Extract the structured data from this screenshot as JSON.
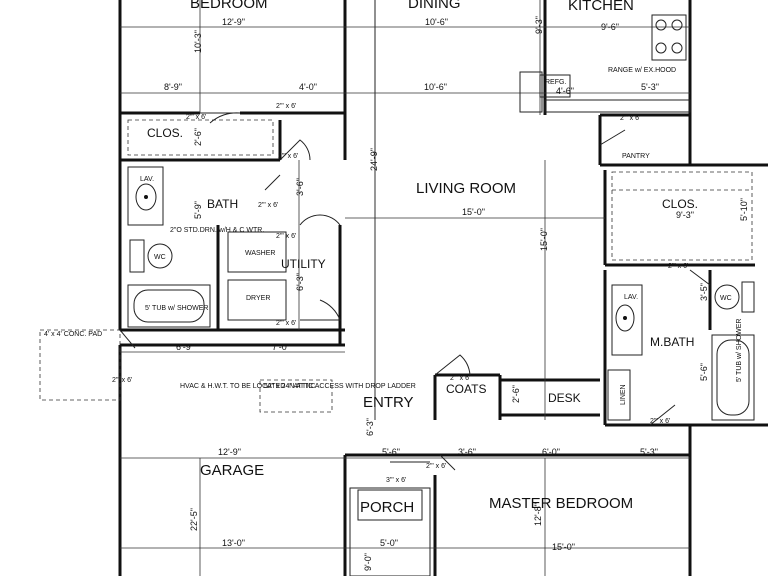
{
  "rooms": {
    "bedroom": "BEDROOM",
    "dining": "DINING",
    "kitchen": "KITCHEN",
    "clos_left": "CLOS.",
    "bath": "BATH",
    "lav_left": "LAV.",
    "wc_left": "WC",
    "tub_left": "5' TUB w/ SHOWER",
    "washer": "WASHER",
    "dryer": "DRYER",
    "utility": "UTILITY",
    "living_room": "LIVING ROOM",
    "pantry": "PANTRY",
    "clos_right": "CLOS.",
    "lav_right": "LAV.",
    "wc_right": "WC",
    "m_bath": "M.BATH",
    "tub_right": "5' TUB w/ SHOWER",
    "linen": "LINEN",
    "coats": "COATS",
    "desk": "DESK",
    "entry": "ENTRY",
    "garage": "GARAGE",
    "porch": "PORCH",
    "master_bedroom": "MASTER BEDROOM",
    "refg": "REFG.",
    "range": "RANGE w/ EX.HOOD",
    "conc_pad": "4' x 4' CONC. PAD"
  },
  "notes": {
    "hvac": "HVAC & H.W.T. TO BE LOCATED IN ATTIC",
    "attic": "52\" x 24\" ATTIC ACCESS WITH DROP LADDER",
    "drain": "2\"O STD.DRN. w/H & C WTR."
  },
  "dims": {
    "d_bed_w": "12'-9\"",
    "d_din_w": "10'-6\"",
    "d_kit_w": "9'-6\"",
    "d_bed_h": "10'-3\"",
    "d_kit_h": "9'-3\"",
    "d_row2_a": "8'-9\"",
    "d_row2_b": "4'-0\"",
    "d_row2_c": "10'-6\"",
    "d_row2_d": "5'-3\"",
    "d_kit_refg": "4'-6\"",
    "d_clos_l": "2'-6\"",
    "d_liv_h": "24'-9\"",
    "d_liv_w": "15'-0\"",
    "d_liv_h2": "15'-0\"",
    "d_bath_h": "5'-9\"",
    "d_bath_gap": "3'-6\"",
    "d_util_h": "6'-3\"",
    "d_util_a": "6'-9\"",
    "d_util_b": "7'-0\"",
    "d_closr_w": "9'-3\"",
    "d_closr_h": "5'-10\"",
    "d_mbath_a": "3'-5\"",
    "d_mbath_b": "5'-6\"",
    "d_desk": "2'-6\"",
    "d_entry_h": "6'-3\"",
    "d_gar_w": "12'-9\"",
    "d_gar_h": "22'-5\"",
    "d_gar_w2": "13'-0\"",
    "d_row5_a": "5'-6\"",
    "d_row5_b": "3'-6\"",
    "d_row5_c": "6'-0\"",
    "d_row5_d": "5'-3\"",
    "d_mbed_h": "12'-8\"",
    "d_mbed_w": "15'-0\"",
    "d_porch_w": "5'-0\"",
    "d_porch_h": "9'-0\""
  },
  "doors": {
    "dr1": "2'\" x 6'",
    "dr2": "2'\" x 6'",
    "dr3": "2'\" x 6'",
    "dr4": "2'\" x 6'",
    "dr5": "2'\" x 6'",
    "dr6": "2'\" x 6'",
    "dr7": "2'\" x 6'",
    "dr8": "2'\" x 6'",
    "dr9": "2'\" x 6'",
    "dr10": "2'\" x 6'",
    "dr11": "2'\" x 6'",
    "dr12": "3'\" x 6'",
    "dr13": "2'\" x 6'"
  }
}
